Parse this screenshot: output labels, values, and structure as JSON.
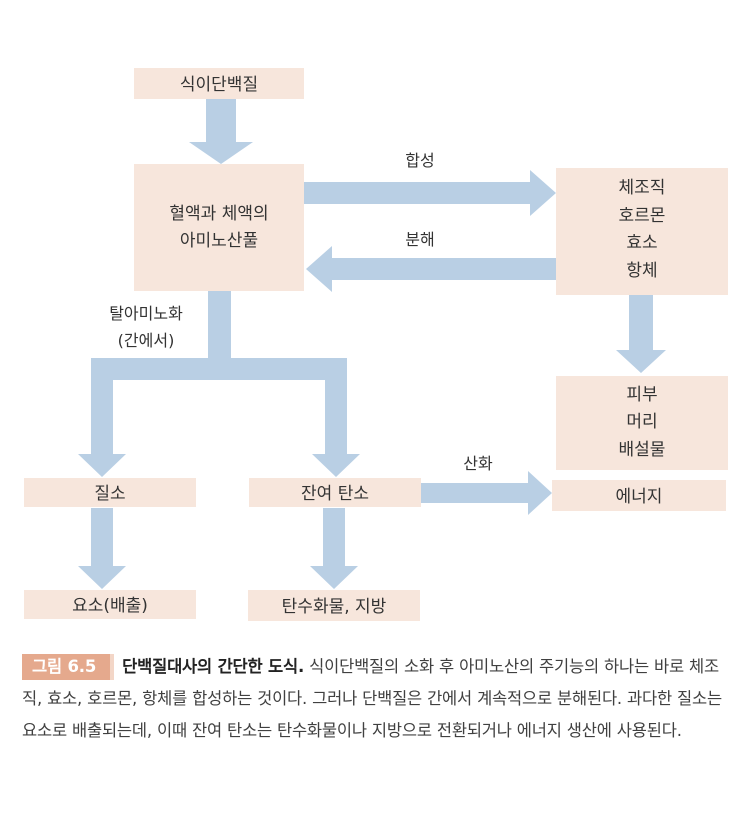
{
  "colors": {
    "box_fill": "#f7e6dc",
    "arrow_fill": "#b9cfe4",
    "figure_label_bg": "#e5a98d"
  },
  "nodes": {
    "dietary_protein": "식이단백질",
    "amino_pool_line1": "혈액과 체액의",
    "amino_pool_line2": "아미노산풀",
    "body_tissue": "체조직",
    "hormone": "호르몬",
    "enzyme": "효소",
    "antibody": "항체",
    "skin": "피부",
    "hair": "머리",
    "excreta": "배설물",
    "nitrogen": "질소",
    "carbon_skeleton": "잔여 탄소",
    "energy": "에너지",
    "urea": "요소(배출)",
    "carb_fat": "탄수화물, 지방"
  },
  "arrow_labels": {
    "synthesis": "합성",
    "breakdown": "분해",
    "deamination_line1": "탈아미노화",
    "deamination_line2": "(간에서)",
    "oxidation": "산화"
  },
  "caption": {
    "figure_label": "그림 6.5",
    "title": "단백질대사의 간단한 도식.",
    "body": "식이단백질의 소화 후 아미노산의 주기능의 하나는 바로 체조직, 효소, 호르몬, 항체를 합성하는 것이다. 그러나 단백질은 간에서 계속적으로 분해된다. 과다한 질소는 요소로 배출되는데, 이때 잔여 탄소는 탄수화물이나 지방으로 전환되거나 에너지 생산에 사용된다."
  }
}
